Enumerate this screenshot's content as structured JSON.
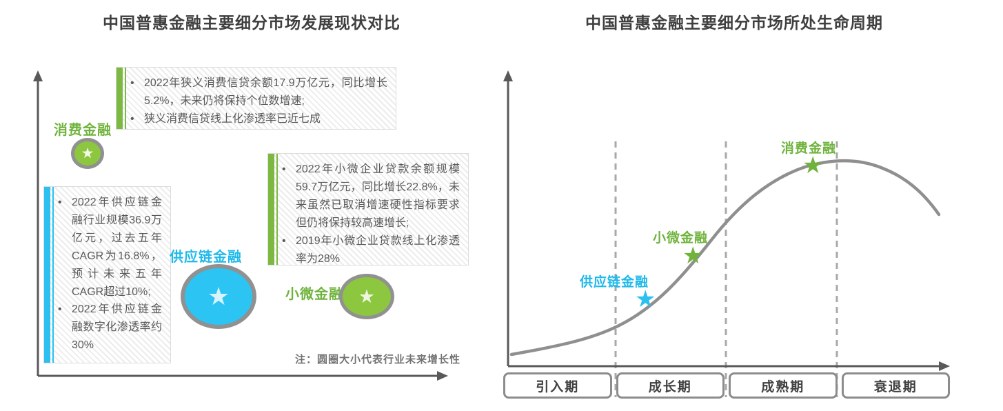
{
  "left_chart": {
    "title": "中国普惠金融主要细分市场发展现状对比",
    "note": "注：圆圈大小代表行业未来增长性",
    "labels": {
      "consumer": "消费金融",
      "supply": "供应链金融",
      "micro": "小微金融"
    },
    "boxes": {
      "consumer": {
        "bullets": [
          "2022年狭义消费信贷余额17.9万亿元，同比增长5.2%，未来仍将保持个位数增速;",
          "狭义消费信贷线上化渗透率已近七成"
        ]
      },
      "micro": {
        "bullets": [
          "2022年小微企业贷款余额规模59.7万亿元，同比增长22.8%，未来虽然已取消增速硬性指标要求但仍将保持较高速增长;",
          "2019年小微企业贷款线上化渗透率为28%"
        ]
      },
      "supply": {
        "bullets": [
          "2022年供应链金融行业规模36.9万亿元，过去五年CAGR为16.8%，预计未来五年CAGR超过10%;",
          "2022年供应链金融数字化渗透率约30%"
        ]
      }
    },
    "star_glyph": "★"
  },
  "right_chart": {
    "title": "中国普惠金融主要细分市场所处生命周期",
    "labels": {
      "supply": "供应链金融",
      "micro": "小微金融",
      "consumer": "消费金融"
    },
    "stages": [
      "引入期",
      "成长期",
      "成熟期",
      "衰退期"
    ],
    "star_glyph": "★"
  },
  "colors": {
    "green": "#8dc63f",
    "green_text": "#6fb33c",
    "cyan": "#2bc4f3",
    "cyan_text": "#1fb9ea",
    "axis_gray": "#595959",
    "curve_gray": "#8f8f8f",
    "title_gray": "#3f3f3f"
  },
  "chart_data": [
    {
      "type": "scatter",
      "title": "中国普惠金融主要细分市场发展现状对比",
      "note": "注：圆圈大小代表行业未来增长性",
      "bubbles": [
        {
          "name": "消费金融",
          "bubble_size": "小",
          "color": "#8dc63f",
          "facts": [
            "2022年狭义消费信贷余额17.9万亿元，同比增长5.2%，未来仍将保持个位数增速",
            "狭义消费信贷线上化渗透率已近七成"
          ]
        },
        {
          "name": "供应链金融",
          "bubble_size": "大",
          "color": "#2bc4f3",
          "facts": [
            "2022年供应链金融行业规模36.9万亿元，过去五年CAGR为16.8%，预计未来五年CAGR超过10%",
            "2022年供应链金融数字化渗透率约30%"
          ]
        },
        {
          "name": "小微金融",
          "bubble_size": "中",
          "color": "#8dc63f",
          "facts": [
            "2022年小微企业贷款余额规模59.7万亿元，同比增长22.8%，未来虽然已取消增速硬性指标要求但仍将保持较高速增长",
            "2019年小微企业贷款线上化渗透率为28%"
          ]
        }
      ]
    },
    {
      "type": "line",
      "title": "中国普惠金融主要细分市场所处生命周期",
      "x_stages": [
        "引入期",
        "成长期",
        "成熟期",
        "衰退期"
      ],
      "curve_shape": "S形生命周期曲线，于成熟期达到峰值后在衰退期回落",
      "markers": [
        {
          "name": "供应链金融",
          "stage": "成长期",
          "position": "成长期前段",
          "color": "#2bc4f3"
        },
        {
          "name": "小微金融",
          "stage": "成长期",
          "position": "成长期中段",
          "color": "#8dc63f"
        },
        {
          "name": "消费金融",
          "stage": "成熟期",
          "position": "成熟期峰值附近",
          "color": "#8dc63f"
        }
      ]
    }
  ]
}
